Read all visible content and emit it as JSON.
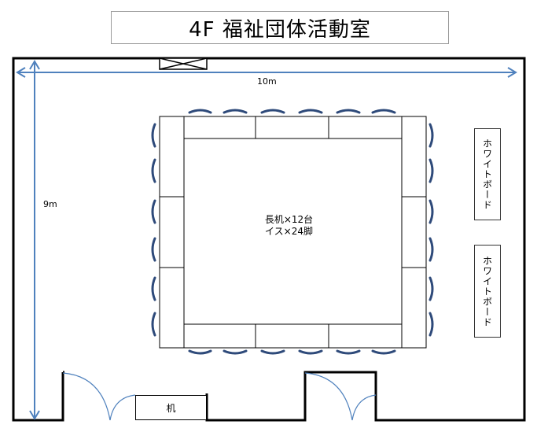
{
  "title": "4F 福祉団体活動室",
  "dimensions": {
    "width_label": "10m",
    "height_label": "9m"
  },
  "center_label": {
    "line1": "長机×12台",
    "line2": "イス×24脚"
  },
  "whiteboards": [
    {
      "label": "ホワイトボード"
    },
    {
      "label": "ホワイトボード"
    }
  ],
  "desk": {
    "label": "机"
  },
  "colors": {
    "wall": "#000000",
    "arrow": "#4f81bd",
    "chair": "#2e4a7a",
    "door_arc": "#4f81bd",
    "title_border": "#9a9a9a"
  }
}
